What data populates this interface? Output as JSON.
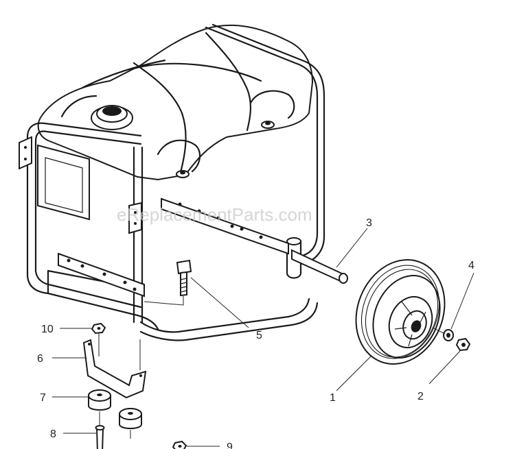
{
  "watermark": "eReplacementParts.com",
  "callouts": [
    {
      "id": "c1",
      "label": "1"
    },
    {
      "id": "c2",
      "label": "2"
    },
    {
      "id": "c3",
      "label": "3"
    },
    {
      "id": "c4",
      "label": "4"
    },
    {
      "id": "c5",
      "label": "5"
    },
    {
      "id": "c6",
      "label": "6"
    },
    {
      "id": "c7",
      "label": "7"
    },
    {
      "id": "c8",
      "label": "8"
    },
    {
      "id": "c9",
      "label": "9"
    },
    {
      "id": "c10",
      "label": "10"
    }
  ]
}
